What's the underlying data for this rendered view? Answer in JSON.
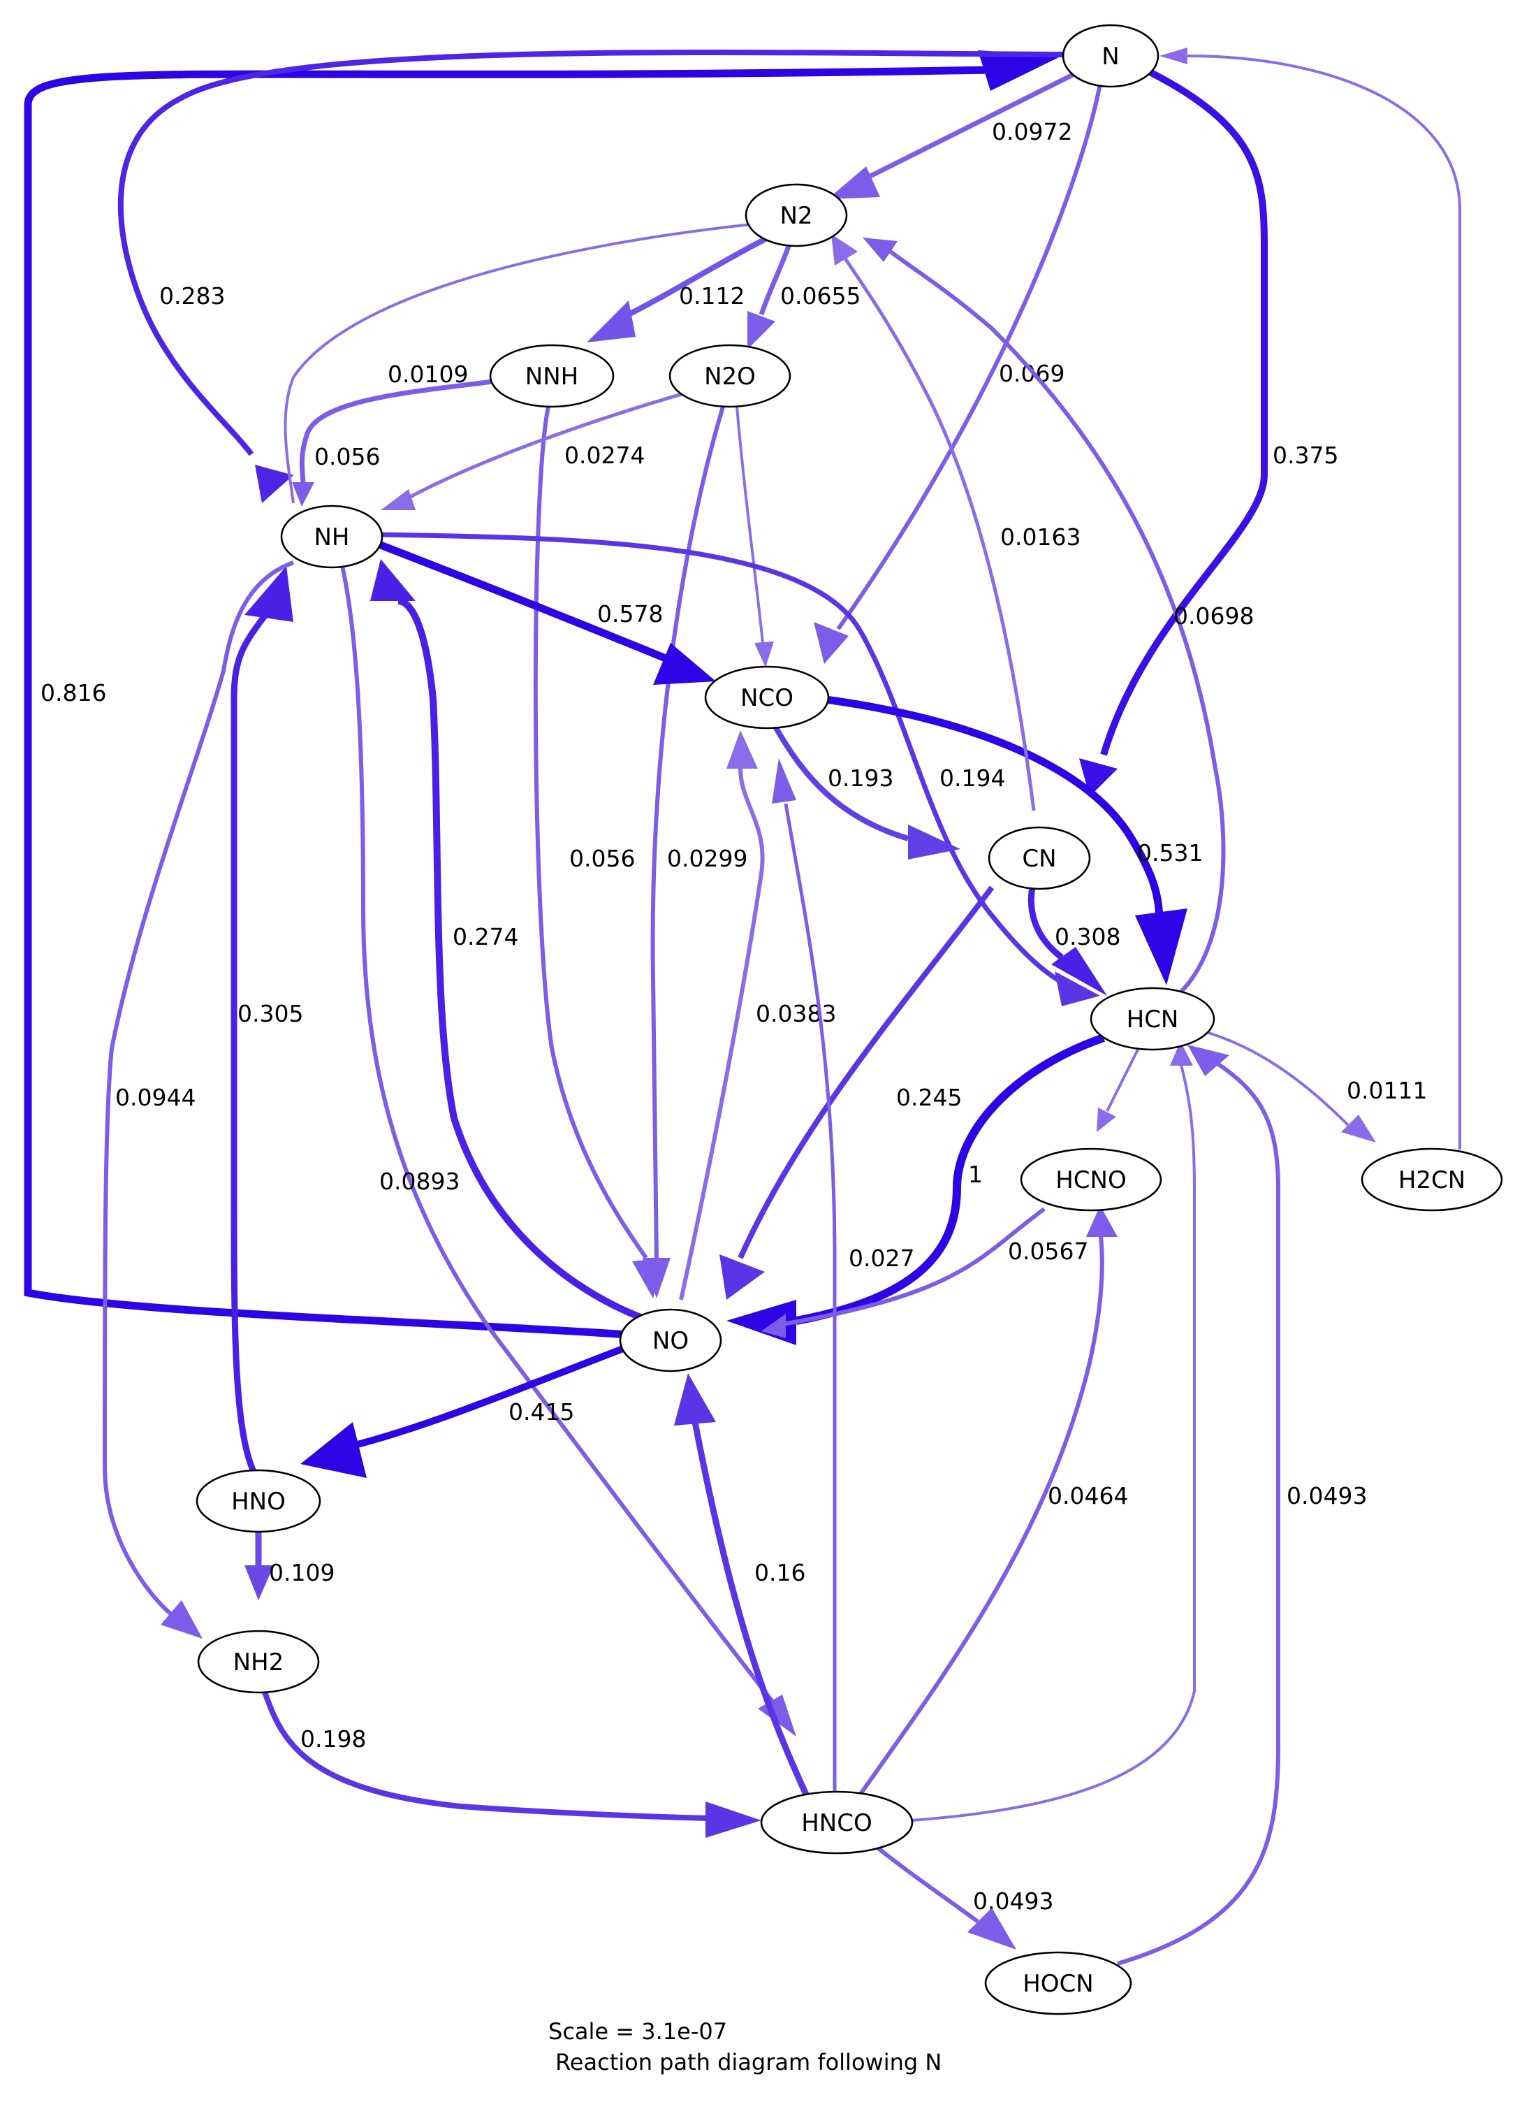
{
  "diagram": {
    "scale_text": "Scale = 3.1e-07",
    "title_text": "Reaction path diagram following N"
  },
  "nodes": {
    "N": "N",
    "N2": "N2",
    "NNH": "NNH",
    "N2O": "N2O",
    "NH": "NH",
    "NCO": "NCO",
    "CN": "CN",
    "HCN": "HCN",
    "HCNO": "HCNO",
    "H2CN": "H2CN",
    "NO": "NO",
    "HNO": "HNO",
    "NH2": "NH2",
    "HNCO": "HNCO",
    "HOCN": "HOCN"
  },
  "edges": [
    {
      "id": "e1",
      "from": "NO",
      "to": "N",
      "label": "0.816",
      "color": "#2c04e6"
    },
    {
      "id": "e2",
      "from": "N",
      "to": "NH",
      "label": "0.283",
      "color": "#4e25e6"
    },
    {
      "id": "e3",
      "from": "N",
      "to": "N2",
      "label": "0.0972",
      "color": "#7c5ce8"
    },
    {
      "id": "e4",
      "from": "N",
      "to": "CN",
      "label": "0.375",
      "color": "#3a10e6"
    },
    {
      "id": "e5",
      "from": "N",
      "to": "NCO",
      "label": "0.069",
      "color": "#7c5ce8"
    },
    {
      "id": "e6",
      "from": "H2CN",
      "to": "N",
      "label": "",
      "color": "#8a6ce9"
    },
    {
      "id": "e7",
      "from": "N2",
      "to": "NNH",
      "label": "0.112",
      "color": "#7254e8"
    },
    {
      "id": "e8",
      "from": "N2",
      "to": "N2O",
      "label": "0.0655",
      "color": "#7c5ce8"
    },
    {
      "id": "e9",
      "from": "N2",
      "to": "NH",
      "label": "0.0109",
      "color": "#8a6ce9"
    },
    {
      "id": "e10",
      "from": "NNH",
      "to": "NH",
      "label": "0.056",
      "color": "#7c5ce8"
    },
    {
      "id": "e11",
      "from": "NNH",
      "to": "NO",
      "label": "0.056",
      "color": "#7c5ce8"
    },
    {
      "id": "e12",
      "from": "N2O",
      "to": "NH",
      "label": "0.0274",
      "color": "#8a6ce9"
    },
    {
      "id": "e13",
      "from": "N2O",
      "to": "NO",
      "label": "0.0299",
      "color": "#7c5ce8"
    },
    {
      "id": "e14",
      "from": "N2O",
      "to": "NCO",
      "label": "",
      "color": "#8a6ce9"
    },
    {
      "id": "e15",
      "from": "NH",
      "to": "NCO",
      "label": "0.578",
      "color": "#2c04e6"
    },
    {
      "id": "e16",
      "from": "NH",
      "to": "HCN",
      "label": "0.194",
      "color": "#5a35e6"
    },
    {
      "id": "e17",
      "from": "NO",
      "to": "NH",
      "label": "0.274",
      "color": "#4a20e6"
    },
    {
      "id": "e18",
      "from": "HNO",
      "to": "NH",
      "label": "0.305",
      "color": "#4a20e6"
    },
    {
      "id": "e19",
      "from": "NH",
      "to": "NH2",
      "label": "0.0944",
      "color": "#7c5ce8"
    },
    {
      "id": "e20",
      "from": "NH",
      "to": "HNCO",
      "label": "0.0893",
      "color": "#7c5ce8"
    },
    {
      "id": "e21",
      "from": "NCO",
      "to": "CN",
      "label": "0.193",
      "color": "#6040e6"
    },
    {
      "id": "e22",
      "from": "NCO",
      "to": "HCN",
      "label": "0.531",
      "color": "#2c04e6"
    },
    {
      "id": "e23",
      "from": "CN",
      "to": "HCN",
      "label": "0.308",
      "color": "#4a20e6"
    },
    {
      "id": "e24",
      "from": "CN",
      "to": "N2",
      "label": "0.0163",
      "color": "#8a6ce9"
    },
    {
      "id": "e25",
      "from": "CN",
      "to": "NO",
      "label": "0.245",
      "color": "#5a35e6"
    },
    {
      "id": "e26",
      "from": "HCN",
      "to": "N2",
      "label": "0.0698",
      "color": "#7c5ce8"
    },
    {
      "id": "e27",
      "from": "HCN",
      "to": "NO",
      "label": "1",
      "color": "#2c04e6"
    },
    {
      "id": "e28",
      "from": "HCN",
      "to": "HCNO",
      "label": "",
      "color": "#8a6ce9"
    },
    {
      "id": "e29",
      "from": "HCN",
      "to": "H2CN",
      "label": "0.0111",
      "color": "#8a6ce9"
    },
    {
      "id": "e30",
      "from": "HCNO",
      "to": "NO",
      "label": "0.0567",
      "color": "#7c5ce8"
    },
    {
      "id": "e31",
      "from": "NO",
      "to": "NCO",
      "label": "0.0383",
      "color": "#8a6ce9"
    },
    {
      "id": "e32",
      "from": "NO",
      "to": "HNO",
      "label": "0.415",
      "color": "#2c04e6"
    },
    {
      "id": "e33",
      "from": "HNO",
      "to": "NH2",
      "label": "0.109",
      "color": "#6a48e6"
    },
    {
      "id": "e34",
      "from": "NH2",
      "to": "HNCO",
      "label": "0.198",
      "color": "#5a35e6"
    },
    {
      "id": "e35",
      "from": "HNCO",
      "to": "NO",
      "label": "0.16",
      "color": "#5a35e6"
    },
    {
      "id": "e36",
      "from": "HNCO",
      "to": "NCO",
      "label": "0.027",
      "color": "#7c5ce8"
    },
    {
      "id": "e37",
      "from": "HNCO",
      "to": "HCNO",
      "label": "0.0464",
      "color": "#7c5ce8"
    },
    {
      "id": "e38",
      "from": "HNCO",
      "to": "HCN",
      "label": "",
      "color": "#8a6ce9"
    },
    {
      "id": "e39",
      "from": "HNCO",
      "to": "HOCN",
      "label": "0.0493",
      "color": "#7c5ce8"
    },
    {
      "id": "e40",
      "from": "HOCN",
      "to": "HCN",
      "label": "0.0493",
      "color": "#7c5ce8"
    }
  ]
}
